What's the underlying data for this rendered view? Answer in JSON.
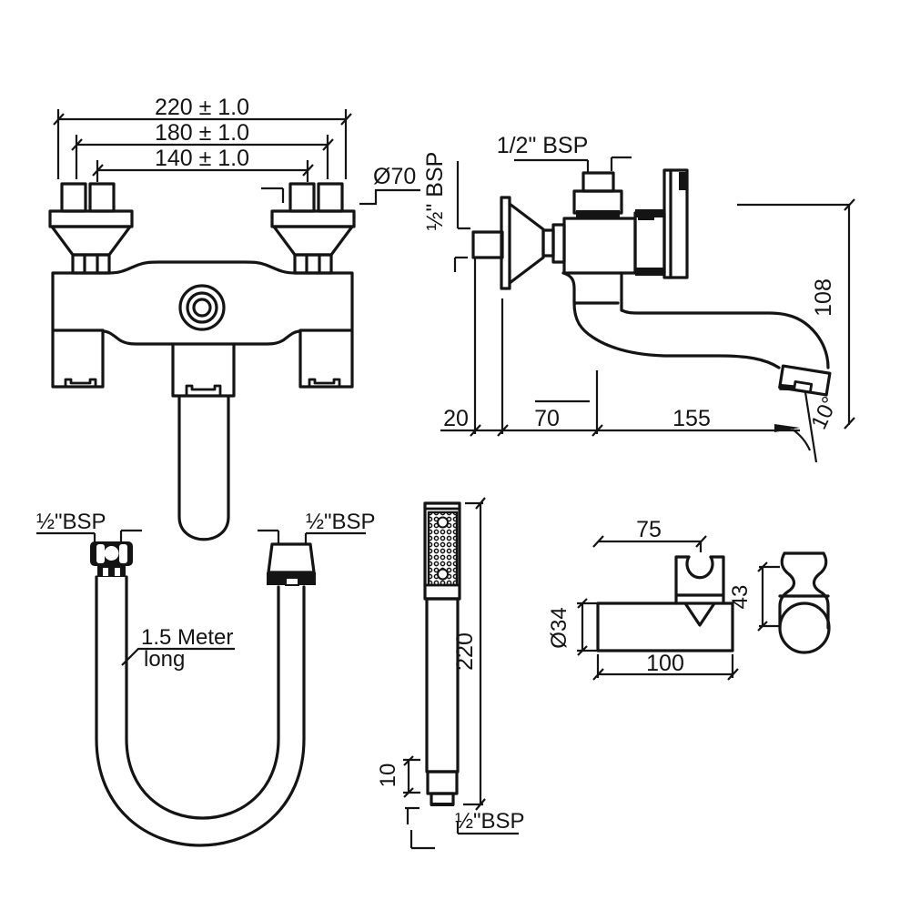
{
  "drawing": {
    "front_view": {
      "dim_220": "220 ± 1.0",
      "dim_180": "180 ± 1.0",
      "dim_140": "140 ± 1.0",
      "dim_flange": "Ø70"
    },
    "side_view": {
      "outlet_thread": "1/2\" BSP",
      "inlet_thread": "½\" BSP",
      "dim_height": "108",
      "dim_wall": "20",
      "dim_70": "70",
      "dim_reach": "155",
      "dim_angle": "10°"
    },
    "hose": {
      "left_thread": "½\"BSP",
      "right_thread": "½\"BSP",
      "length_note_line1": "1.5 Meter",
      "length_note_line2": "long"
    },
    "hand_shower": {
      "dim_length": "220",
      "dim_tip": "10",
      "thread": "½\"BSP"
    },
    "bracket": {
      "dim_top": "75",
      "dim_diameter": "Ø34",
      "dim_width": "100",
      "dim_height": "43"
    }
  },
  "colors": {
    "line": "#141414",
    "background": "#ffffff"
  }
}
